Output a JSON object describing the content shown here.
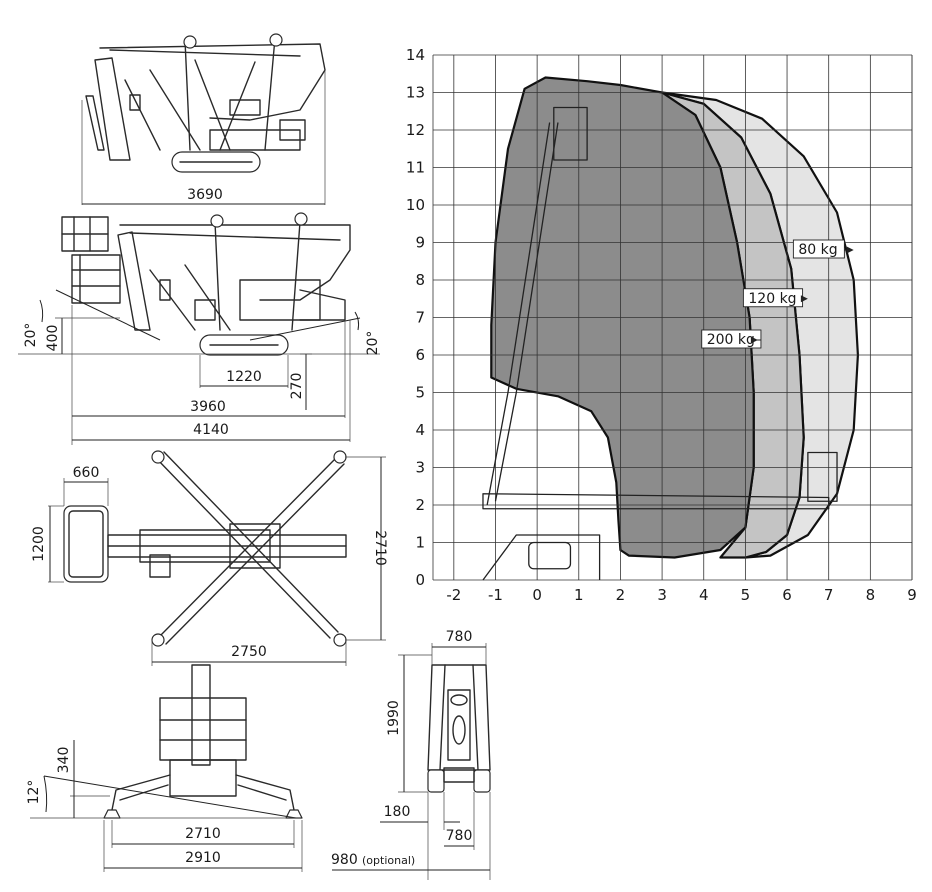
{
  "dimensions": {
    "side_length": "3690",
    "basket_angle": "20°",
    "basket_clearance": "400",
    "outrigger_angle": "20°",
    "track_length": "1220",
    "ground_clearance": "270",
    "transport_length": "3960",
    "overall_length": "4140",
    "basket_depth": "660",
    "basket_width": "1200",
    "outrigger_span_length": "2710",
    "outrigger_span_width": "2750",
    "front_tilt_angle": "12°",
    "front_clearance": "340",
    "front_span_inner": "2710",
    "front_span_outer": "2910",
    "rear_height": "1990",
    "rear_width_top": "780",
    "rear_offset": "180",
    "rear_width_bottom": "780",
    "rear_optional_width": "980",
    "rear_optional_note": "(optional)"
  },
  "chart_data": {
    "type": "area",
    "x_ticks": [
      "-2",
      "-1",
      "0",
      "1",
      "2",
      "3",
      "4",
      "5",
      "6",
      "7",
      "8",
      "9"
    ],
    "y_ticks": [
      "0",
      "1",
      "2",
      "3",
      "4",
      "5",
      "6",
      "7",
      "8",
      "9",
      "10",
      "11",
      "12",
      "13",
      "14"
    ],
    "xlim": [
      -2.5,
      9
    ],
    "ylim": [
      0,
      14
    ],
    "grid": true,
    "series": [
      {
        "name": "200 kg",
        "color": "#8c8c8c",
        "points": [
          [
            -1.1,
            5.4
          ],
          [
            -1.1,
            6.8
          ],
          [
            -1.0,
            9.0
          ],
          [
            -0.7,
            11.5
          ],
          [
            -0.3,
            13.1
          ],
          [
            0.2,
            13.4
          ],
          [
            1.2,
            13.3
          ],
          [
            2.0,
            13.2
          ],
          [
            3.0,
            13.0
          ],
          [
            3.8,
            12.4
          ],
          [
            4.4,
            11.0
          ],
          [
            4.8,
            9.0
          ],
          [
            5.1,
            7.0
          ],
          [
            5.2,
            5.0
          ],
          [
            5.2,
            3.0
          ],
          [
            5.0,
            1.4
          ],
          [
            4.4,
            0.8
          ],
          [
            3.3,
            0.6
          ],
          [
            2.2,
            0.65
          ],
          [
            2.0,
            0.8
          ],
          [
            1.95,
            1.6
          ],
          [
            1.9,
            2.6
          ],
          [
            1.7,
            3.8
          ],
          [
            1.3,
            4.5
          ],
          [
            0.5,
            4.9
          ],
          [
            -0.5,
            5.1
          ],
          [
            -1.1,
            5.4
          ]
        ]
      },
      {
        "name": "120 kg",
        "color": "#c4c4c4",
        "points": [
          [
            3.0,
            13.0
          ],
          [
            4.0,
            12.7
          ],
          [
            4.9,
            11.8
          ],
          [
            5.6,
            10.3
          ],
          [
            6.1,
            8.3
          ],
          [
            6.3,
            6.0
          ],
          [
            6.4,
            3.8
          ],
          [
            6.3,
            2.2
          ],
          [
            6.0,
            1.2
          ],
          [
            5.5,
            0.75
          ],
          [
            5.0,
            0.6
          ],
          [
            4.4,
            0.6
          ],
          [
            5.0,
            1.4
          ],
          [
            5.2,
            3.0
          ],
          [
            5.2,
            5.0
          ],
          [
            5.1,
            7.0
          ],
          [
            4.8,
            9.0
          ],
          [
            4.4,
            11.0
          ],
          [
            3.8,
            12.4
          ],
          [
            3.0,
            13.0
          ]
        ]
      },
      {
        "name": "80 kg",
        "color": "#e4e4e4",
        "points": [
          [
            3.0,
            13.0
          ],
          [
            4.3,
            12.8
          ],
          [
            5.4,
            12.3
          ],
          [
            6.4,
            11.3
          ],
          [
            7.2,
            9.8
          ],
          [
            7.6,
            8.0
          ],
          [
            7.7,
            6.0
          ],
          [
            7.6,
            4.0
          ],
          [
            7.2,
            2.3
          ],
          [
            6.5,
            1.2
          ],
          [
            5.6,
            0.65
          ],
          [
            5.0,
            0.6
          ],
          [
            5.5,
            0.75
          ],
          [
            6.0,
            1.2
          ],
          [
            6.3,
            2.2
          ],
          [
            6.4,
            3.8
          ],
          [
            6.3,
            6.0
          ],
          [
            6.1,
            8.3
          ],
          [
            5.6,
            10.3
          ],
          [
            4.9,
            11.8
          ],
          [
            4.0,
            12.7
          ],
          [
            3.0,
            13.0
          ]
        ]
      }
    ],
    "labels": [
      {
        "text": "80 kg",
        "x": 6.2,
        "y": 8.8,
        "arrow_to": [
          7.6,
          8.8
        ]
      },
      {
        "text": "120 kg",
        "x": 5.0,
        "y": 7.5,
        "arrow_to": [
          6.5,
          7.5
        ]
      },
      {
        "text": "200 kg",
        "x": 4.0,
        "y": 6.4,
        "arrow_to": [
          5.3,
          6.4
        ]
      }
    ]
  }
}
